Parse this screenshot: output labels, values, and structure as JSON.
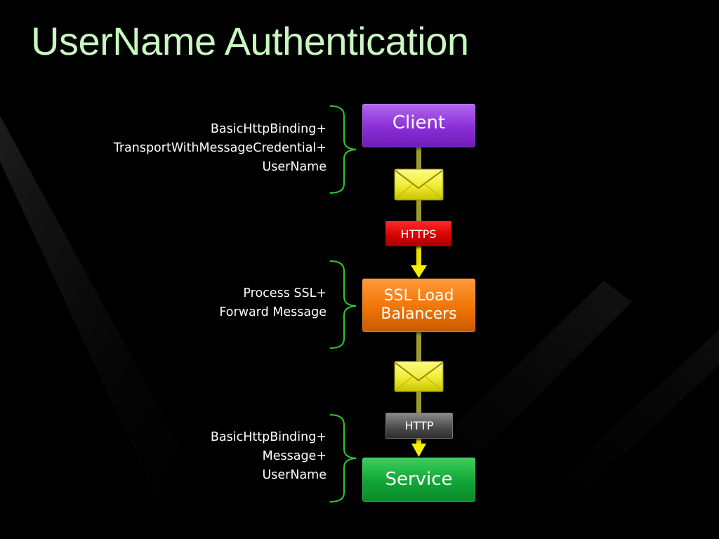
{
  "title": "UserName Authentication",
  "nodes": {
    "client": "Client",
    "ssl_line1": "SSL Load",
    "ssl_line2": "Balancers",
    "service": "Service"
  },
  "protocols": {
    "https": "HTTPS",
    "http": "HTTP"
  },
  "descriptions": {
    "client": [
      "BasicHttpBinding+",
      "TransportWithMessageCredential+",
      "UserName"
    ],
    "ssl": [
      "Process SSL+",
      "Forward Message"
    ],
    "service": [
      "BasicHttpBinding+",
      "Message+",
      "UserName"
    ]
  },
  "colors": {
    "title": "#c8f7c0",
    "client": "#8a2ed6",
    "ssl": "#f07406",
    "service": "#12a536",
    "https": "#d30000",
    "http": "#4a4a4a",
    "connector": "#c8d400",
    "bracket": "#2dc82d",
    "envelope": "#f2ef3a"
  },
  "icons": [
    "envelope-icon",
    "arrow-down-icon",
    "bracket-icon"
  ]
}
